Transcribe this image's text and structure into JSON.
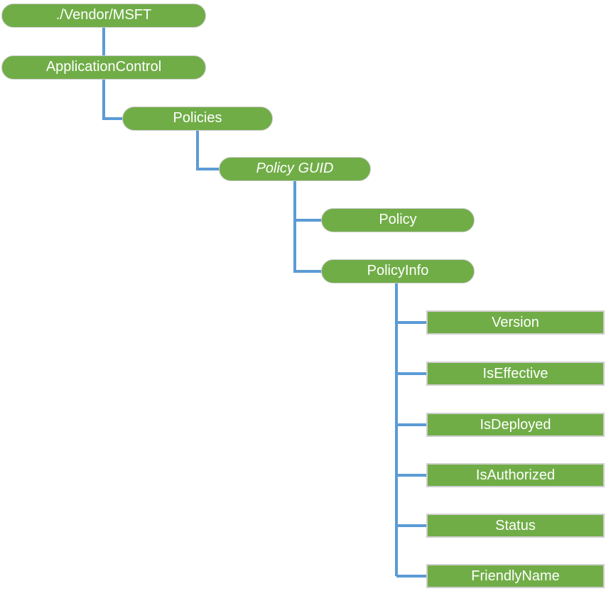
{
  "diagram": {
    "colors": {
      "node_fill": "#70AD47",
      "node_border": "#C9C9C9",
      "leaf_border": "#D0CECE",
      "connector": "#5B9BD5",
      "text": "#FFFFFF",
      "background": "#FFFFFF"
    },
    "nodes": [
      {
        "id": "vendor-msft",
        "label": "./Vendor/MSFT",
        "parent": null,
        "shape": "rounded",
        "italic": false
      },
      {
        "id": "application-control",
        "label": "ApplicationControl",
        "parent": "vendor-msft",
        "shape": "rounded",
        "italic": false
      },
      {
        "id": "policies",
        "label": "Policies",
        "parent": "application-control",
        "shape": "rounded",
        "italic": false
      },
      {
        "id": "policy-guid",
        "label": "Policy GUID",
        "parent": "policies",
        "shape": "rounded",
        "italic": true
      },
      {
        "id": "policy",
        "label": "Policy",
        "parent": "policy-guid",
        "shape": "rounded",
        "italic": false
      },
      {
        "id": "policy-info",
        "label": "PolicyInfo",
        "parent": "policy-guid",
        "shape": "rounded",
        "italic": false
      },
      {
        "id": "version",
        "label": "Version",
        "parent": "policy-info",
        "shape": "rect",
        "italic": false
      },
      {
        "id": "is-effective",
        "label": "IsEffective",
        "parent": "policy-info",
        "shape": "rect",
        "italic": false
      },
      {
        "id": "is-deployed",
        "label": "IsDeployed",
        "parent": "policy-info",
        "shape": "rect",
        "italic": false
      },
      {
        "id": "is-authorized",
        "label": "IsAuthorized",
        "parent": "policy-info",
        "shape": "rect",
        "italic": false
      },
      {
        "id": "status",
        "label": "Status",
        "parent": "policy-info",
        "shape": "rect",
        "italic": false
      },
      {
        "id": "friendly-name",
        "label": "FriendlyName",
        "parent": "policy-info",
        "shape": "rect",
        "italic": false
      }
    ]
  }
}
